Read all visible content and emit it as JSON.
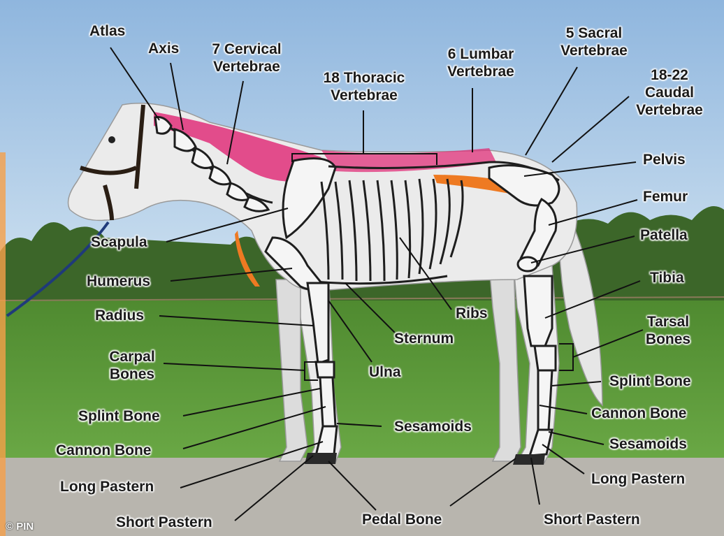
{
  "labels": {
    "atlas": "Atlas",
    "axis": "Axis",
    "cervical": "7 Cervical Vertebrae",
    "thoracic": "18 Thoracic Vertebrae",
    "lumbar": "6 Lumbar Vertebrae",
    "sacral": "5 Sacral Vertebrae",
    "caudal": "18-22 Caudal Vertebrae",
    "pelvis": "Pelvis",
    "femur": "Femur",
    "patella": "Patella",
    "tibia": "Tibia",
    "tarsal": "Tarsal Bones",
    "splint_right": "Splint Bone",
    "cannon_right": "Cannon Bone",
    "sesamoids_right": "Sesamoids",
    "long_pastern_right": "Long Pastern",
    "short_pastern_right": "Short Pastern",
    "pedal": "Pedal Bone",
    "short_pastern_left": "Short Pastern",
    "long_pastern_left": "Long Pastern",
    "cannon_left": "Cannon Bone",
    "splint_left": "Splint Bone",
    "sesamoids_left": "Sesamoids",
    "carpal": "Carpal Bones",
    "ulna": "Ulna",
    "radius": "Radius",
    "humerus": "Humerus",
    "scapula": "Scapula",
    "sternum": "Sternum",
    "ribs": "Ribs"
  },
  "watermark": "© PIN",
  "colors": {
    "sky": "#a9c8e6",
    "hedge": "#3f6a2c",
    "grass": "#5d9a3a",
    "road": "#b8b5ae",
    "horse": "#ebebeb",
    "bone_outline": "#1e1e1e",
    "vertebrae_pink": "#e0307a",
    "muscle_orange": "#ee7a22"
  }
}
